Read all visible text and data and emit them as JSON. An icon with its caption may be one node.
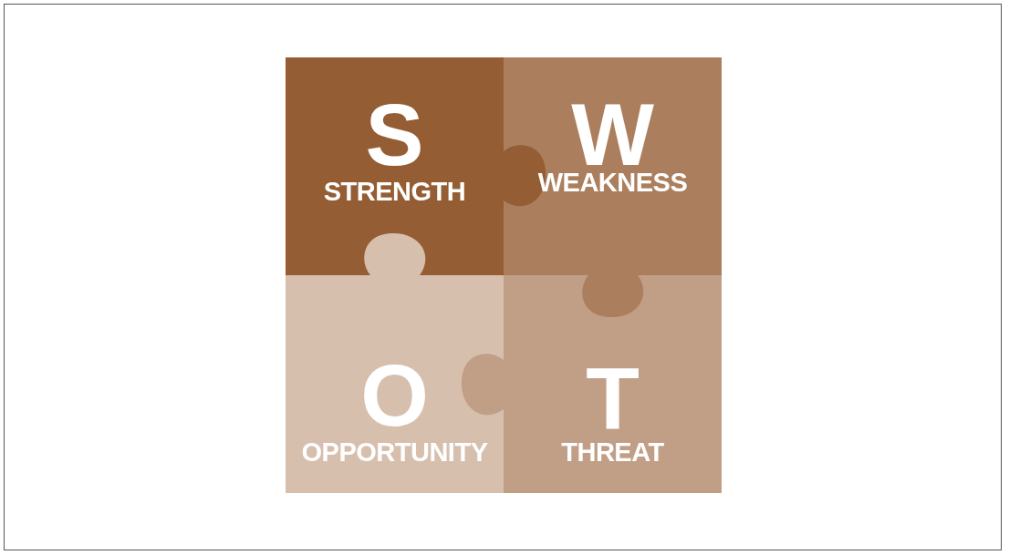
{
  "diagram": {
    "nodes": [
      {
        "text": [
          "S",
          "STRENGTH"
        ]
      },
      {
        "text": [
          "W",
          "WEAKNESS"
        ]
      },
      {
        "text": [
          "O",
          "OPPORTUNITY"
        ]
      },
      {
        "text": [
          "T",
          "THREAT"
        ]
      }
    ]
  }
}
